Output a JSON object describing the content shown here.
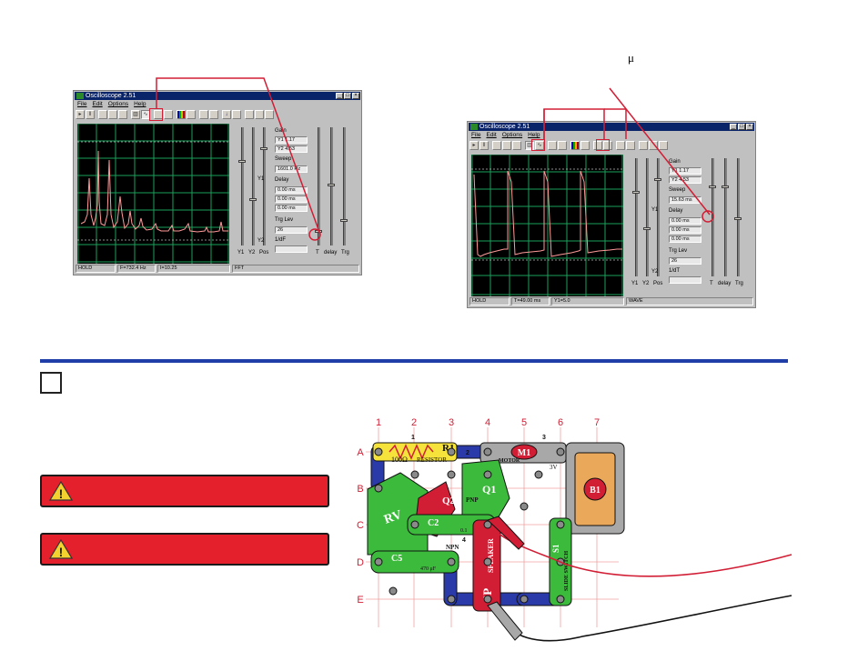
{
  "mu_symbol": "μ",
  "step_box": "",
  "warnings": [
    {
      "text": ""
    },
    {
      "text": ""
    }
  ],
  "scope_left": {
    "title": "Oscilloscope 2.51",
    "menu": [
      "File",
      "Edit",
      "Options",
      "Help"
    ],
    "gain_label": "Gain",
    "y1_gain": "Y1 1.17",
    "y2_gain": "Y2 4.53",
    "sweep_label": "Sweep",
    "sweep_value": "1601.0 Hz",
    "delay_label": "Delay",
    "delay_values": [
      "0.00 ms",
      "0.00 ms",
      "0.00 ms"
    ],
    "trg_lev_label": "Trg Lev",
    "trg_lev_value": "26",
    "dt_label": "1/dF",
    "y1_label": "Y1",
    "y2_label": "Y2",
    "slider_labels": [
      "Y1",
      "Y2",
      "Pos",
      "T",
      "delay",
      "Trg"
    ],
    "status": [
      "HOLD",
      "F=732.4 Hz",
      "I=10.25",
      "FFT"
    ]
  },
  "scope_right": {
    "title": "Oscilloscope 2.51",
    "menu": [
      "File",
      "Edit",
      "Options",
      "Help"
    ],
    "gain_label": "Gain",
    "y1_gain": "Y1 1.17",
    "y2_gain": "Y2 4.53",
    "sweep_label": "Sweep",
    "sweep_value": "15.63 ms",
    "delay_label": "Delay",
    "delay_values": [
      "0.00 ms",
      "0.00 ms",
      "0.00 ms"
    ],
    "trg_lev_label": "Trg Lev",
    "trg_lev_value": "26",
    "dt_label": "1/dT",
    "y1_label": "Y1",
    "y2_label": "Y2",
    "slider_labels": [
      "Y1",
      "Y2",
      "Pos",
      "T",
      "delay",
      "Trg"
    ],
    "status": [
      "HOLD",
      "T=49.00 ms",
      "Y1=5.0",
      "WAVE"
    ]
  },
  "circuit": {
    "col_labels": [
      "1",
      "2",
      "3",
      "4",
      "5",
      "6",
      "7"
    ],
    "row_labels": [
      "A",
      "B",
      "C",
      "D",
      "E"
    ],
    "r1_label": "R1",
    "r1_value": "100Ω",
    "r1_name": "RESISTOR",
    "m1_label": "M1",
    "m1_name": "MOTOR",
    "b1_label": "B1",
    "b1_voltage": "3V",
    "q2_label": "Q2",
    "q1_label": "Q1",
    "pnp_label": "PNP",
    "npn_label": "NPN",
    "rv_label": "RV",
    "c2_label": "C2",
    "c2_value": "0.1",
    "c5_label": "C5",
    "c5_value": "470 μF",
    "sp_label": "SP",
    "speaker_name": "SPEAKER",
    "switch_label": "S1",
    "switch_name": "SLIDE SWITCH",
    "snap_numbers": [
      "1",
      "2",
      "3",
      "4"
    ]
  },
  "colors": {
    "accent_blue": "#1f3ea8",
    "warning_red": "#e4202c",
    "callout_red": "#d21e35",
    "trace": "#ff9999",
    "grid": "#1aa05a"
  }
}
